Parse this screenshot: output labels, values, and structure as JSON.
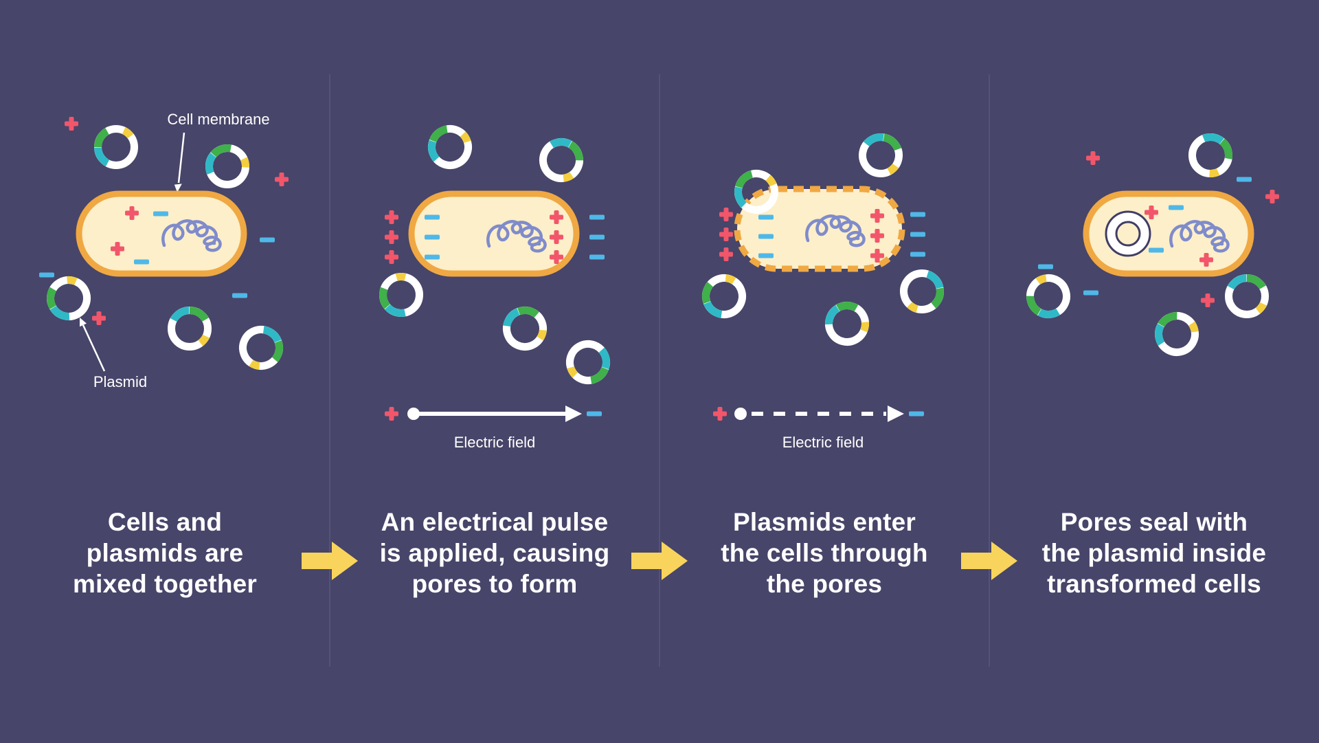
{
  "panels": [
    {
      "caption": "Cells and\nplasmids are\nmixed together",
      "labels": {
        "cell_membrane": "Cell membrane",
        "plasmid": "Plasmid"
      }
    },
    {
      "caption": "An electrical pulse\nis applied, causing\npores to form",
      "labels": {
        "electric_field": "Electric field"
      }
    },
    {
      "caption": "Plasmids enter\nthe cells through\nthe pores",
      "labels": {
        "electric_field": "Electric field"
      }
    },
    {
      "caption": "Pores seal with\nthe plasmid inside\ntransformed cells"
    }
  ],
  "icons": {
    "step_arrow": "right-block-arrow",
    "plasmid": "segmented-ring",
    "plus_charge": "plus-sign",
    "minus_charge": "minus-sign",
    "dna": "tangled-loop",
    "electric_field_solid": "solid-right-arrow-with-dot",
    "electric_field_dashed": "dashed-right-arrow-with-dot"
  },
  "colors": {
    "background": "#474569",
    "divider": "#5E5C82",
    "caption_text": "#FFFFFF",
    "label_text": "#FFFFFF",
    "cell_fill": "#FCEFC9",
    "cell_border": "#F0A843",
    "plasmid_ring": "#FFFFFF",
    "plasmid_green": "#3FB04A",
    "plasmid_teal": "#2FB9C6",
    "plasmid_yellow": "#F4CE3E",
    "plasmid_outline": "#403D66",
    "charge_plus": "#F2566B",
    "charge_minus": "#4FB8E8",
    "dna_color": "#7F8BCB",
    "step_arrow": "#F8D45C"
  }
}
